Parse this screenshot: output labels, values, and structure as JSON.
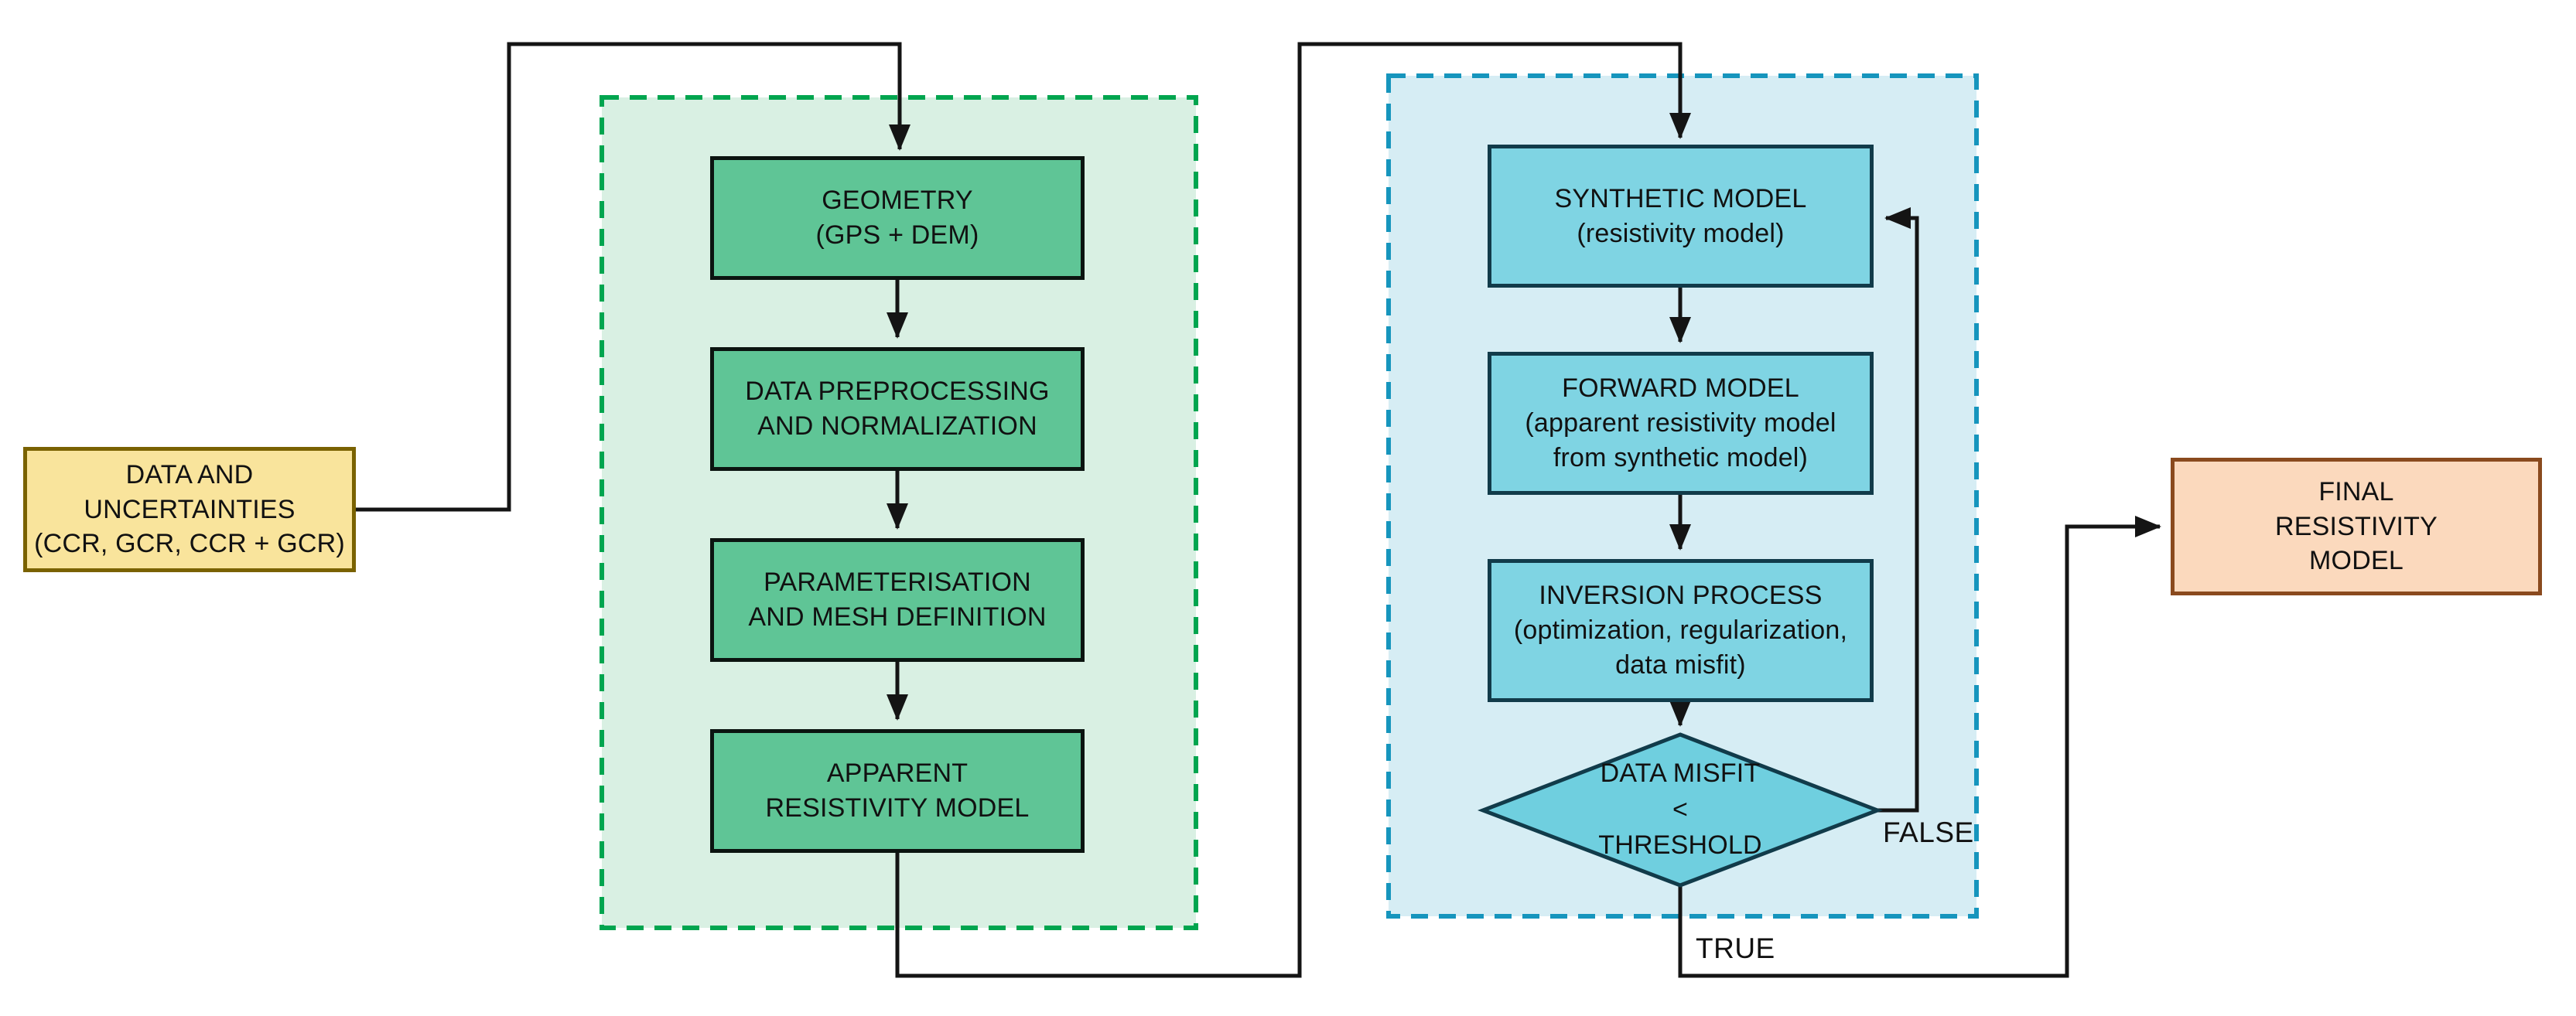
{
  "diagram": {
    "input_box": {
      "lines": [
        "DATA AND",
        "UNCERTAINTIES",
        "(CCR, GCR, CCR + GCR)"
      ]
    },
    "processing_panel": {
      "boxes": [
        {
          "lines": [
            "GEOMETRY",
            "(GPS + DEM)"
          ]
        },
        {
          "lines": [
            "DATA PREPROCESSING",
            "AND NORMALIZATION"
          ]
        },
        {
          "lines": [
            "PARAMETERISATION",
            "AND MESH DEFINITION"
          ]
        },
        {
          "lines": [
            "APPARENT",
            "RESISTIVITY MODEL"
          ]
        }
      ]
    },
    "inversion_panel": {
      "boxes": [
        {
          "lines": [
            "SYNTHETIC MODEL",
            "(resistivity model)"
          ]
        },
        {
          "lines": [
            "FORWARD MODEL",
            "(apparent resistivity model",
            "from synthetic model)"
          ]
        },
        {
          "lines": [
            "INVERSION PROCESS",
            "(optimization, regularization,",
            "data misfit)"
          ]
        }
      ],
      "decision": {
        "lines": [
          "DATA MISFIT",
          "<",
          "THRESHOLD"
        ]
      },
      "false_label": "FALSE",
      "true_label": "TRUE"
    },
    "output_box": {
      "lines": [
        "FINAL",
        "RESISTIVITY",
        "MODEL"
      ]
    },
    "colors": {
      "line_color": "#141414",
      "input_fill": "#f9e49c",
      "input_border": "#7a6200",
      "proc_panel_fill": "#d9f0e3",
      "proc_panel_stroke": "#00a54f",
      "proc_box_fill": "#5fc596",
      "proc_box_border": "#0b1410",
      "inv_panel_fill": "#d6edf4",
      "inv_panel_stroke": "#1695bd",
      "inv_box_fill": "#7fd4e3",
      "inv_box_border": "#113b4a",
      "diamond_fill": "#6fcfdf",
      "output_fill": "#fbd9bd",
      "output_border": "#8a4a1e"
    }
  }
}
